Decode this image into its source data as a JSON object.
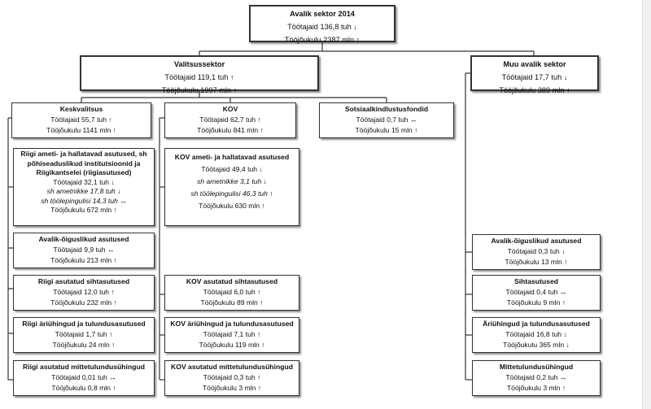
{
  "boxes": {
    "root": {
      "title": "Avalik sektor 2014",
      "lines": [
        "Töötajaid 136,8 tuh ↓",
        "Tööjõukulu 2387 mln ↑"
      ]
    },
    "gov": {
      "title": "Valitsussektor",
      "lines": [
        "Töötajaid 119,1 tuh ↑",
        "Tööjõukulu 1997 mln ↑"
      ]
    },
    "other": {
      "title": "Muu avalik sektor",
      "lines": [
        "Töötajaid 17,7 tuh ↓",
        "Tööjõukulu 389 mln ↑"
      ]
    },
    "central": {
      "title": "Keskvalitsus",
      "lines": [
        "Töötajaid 55,7 tuh ↑",
        "Tööjõukulu 1141 mln ↑"
      ]
    },
    "kov": {
      "title": "KOV",
      "lines": [
        "Töötajaid 62,7 tuh ↑",
        "Tööjõukulu 841 mln ↑"
      ]
    },
    "social": {
      "title": "Sotsiaalkindlustusfondid",
      "lines": [
        "Töötajaid 0,7 tuh ↔",
        "Tööjõukulu 15 mln ↑"
      ]
    },
    "state_agencies": {
      "title_lines": [
        "Riigi ameti- ja hallatavad asutused, sh",
        "põhiseaduslikud institutsioonid ja",
        "Riigikantselei (riigiasutused)"
      ],
      "lines": [
        "Töötajaid 32,1 tuh ↓"
      ],
      "italic_lines": [
        "sh ametnikke 17,8 tuh ↓",
        "sh töölepingulisi 14,3 tuh ↔"
      ],
      "tail_lines": [
        "Tööjõukulu 672 mln ↑"
      ]
    },
    "kov_agencies": {
      "title": "KOV ameti- ja hallatavad asutused",
      "lines": [
        "Töötajaid 49,4 tuh ↓"
      ],
      "italic_lines": [
        "sh ametnikke 3,1 tuh ↓",
        "sh töölepingulisi 46,3 tuh ↑"
      ],
      "tail_lines": [
        "Tööjõukulu 630 mln ↑"
      ]
    },
    "public_law_c": {
      "title": "Avalik-õiguslikud asutused",
      "lines": [
        "Töötajaid 9,9 tuh ↔",
        "Tööjõukulu 213 mln ↑"
      ]
    },
    "foundations_c": {
      "title": "Riigi asutatud sihtasutused",
      "lines": [
        "Töötajaid 12,0 tuh ↑",
        "Tööjõukulu 232 mln ↑"
      ]
    },
    "companies_c": {
      "title": "Riigi äriühingud ja tulundusasutused",
      "lines": [
        "Töötajaid 1,7 tuh ↑",
        "Tööjõukulu 24 mln ↑"
      ]
    },
    "nonprofit_c": {
      "title": "Riigi asutatud mittetulundusühingud",
      "lines": [
        "Töötajaid 0,01 tuh ↔",
        "Tööjõukulu 0,8 mln ↑"
      ]
    },
    "foundations_k": {
      "title": "KOV asutatud sihtasutused",
      "lines": [
        "Töötajaid 6,0 tuh ↑",
        "Tööjõukulu 89 mln ↑"
      ]
    },
    "companies_k": {
      "title": "KOV äriühingud ja tulundusasutused",
      "lines": [
        "Töötajaid 7,1 tuh ↑",
        "Tööjõukulu 119 mln ↑"
      ]
    },
    "nonprofit_k": {
      "title": "KOV asutatud mittetulundusühingud",
      "lines": [
        "Töötajaid 0,3 tuh ↑",
        "Tööjõukulu 3 mln ↑"
      ]
    },
    "public_law_o": {
      "title": "Avalik-õiguslikud asutused",
      "lines": [
        "Töötajaid 0,3 tuh ↓",
        "Tööjõukulu 13 mln ↑"
      ]
    },
    "foundations_o": {
      "title": "Sihtasutused",
      "lines": [
        "Töötajaid 0,4 tuh ↔",
        "Tööjõukulu 9 mln ↑"
      ]
    },
    "companies_o": {
      "title": "Äriühingud ja tulundusasutused",
      "lines": [
        "Töötajaid 16,8 tuh ↓",
        "Tööjõukulu 365 mln ↓"
      ]
    },
    "nonprofit_o": {
      "title": "Mittetulundusühingud",
      "lines": [
        "Töötajaid 0,2 tuh ↔",
        "Tööjõukulu 3 mln ↑"
      ]
    }
  }
}
